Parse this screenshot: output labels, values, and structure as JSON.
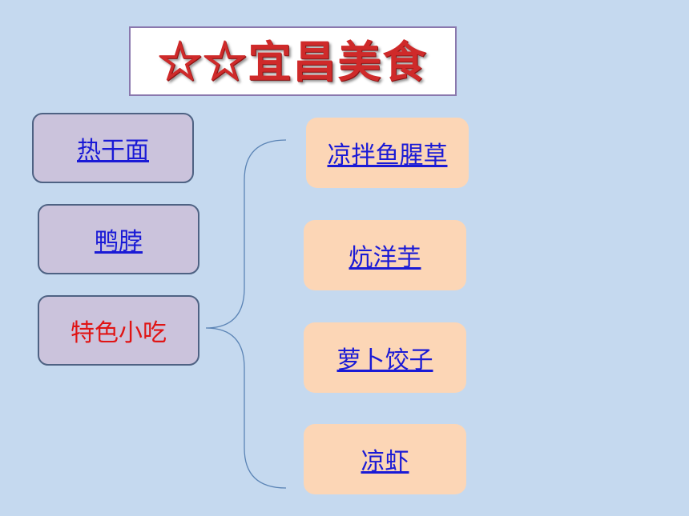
{
  "title": {
    "stars": "☆☆",
    "text": "宜昌美食"
  },
  "left_nodes": [
    {
      "label": "热干面"
    },
    {
      "label": "鸭脖"
    },
    {
      "label": "特色小吃"
    }
  ],
  "right_nodes": [
    {
      "label": "凉拌鱼腥草"
    },
    {
      "label": "炕洋芋"
    },
    {
      "label": "萝卜饺子"
    },
    {
      "label": "凉虾"
    }
  ],
  "colors": {
    "background": "#c5d9ef",
    "title_text": "#cf2a2a",
    "left_node_fill": "#cbc3dc",
    "right_node_fill": "#fcd6b6",
    "link": "#1a1ad6",
    "highlight_text": "#e01414",
    "connector": "#5b84b5"
  }
}
